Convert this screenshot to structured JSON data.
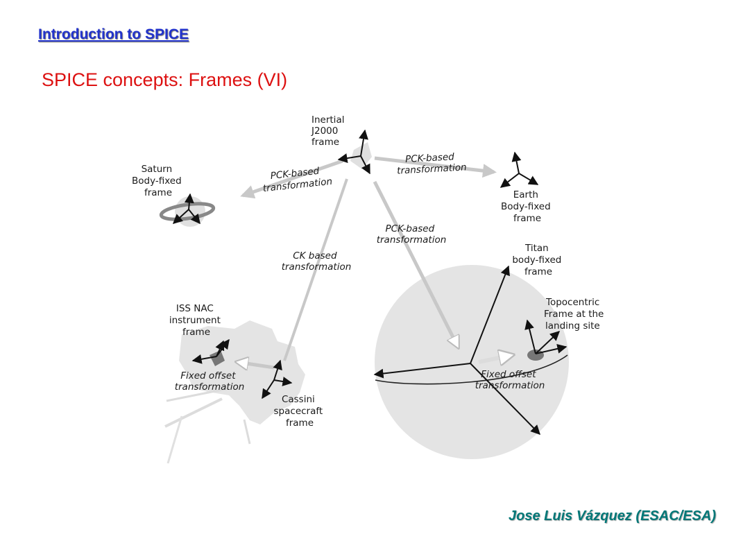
{
  "header": {
    "title": "Introduction to SPICE"
  },
  "slide": {
    "title": "SPICE concepts: Frames (VI)"
  },
  "footer": {
    "author": "Jose Luis Vázquez (ESAC/ESA)"
  },
  "colors": {
    "header": "#2233cc",
    "title": "#dd1111",
    "footer": "#007777",
    "body_fill": "#e2e2e2",
    "arrow_gray": "#c8c8c8"
  },
  "diagram": {
    "inertial": [
      "Inertial",
      "J2000",
      "frame"
    ],
    "saturn": [
      "Saturn",
      "Body-fixed",
      "frame"
    ],
    "earth": [
      "Earth",
      "Body-fixed",
      "frame"
    ],
    "titan": [
      "Titan",
      "body-fixed",
      "frame"
    ],
    "topocentric": [
      "Topocentric",
      "Frame at the",
      "landing site"
    ],
    "iss_nac": [
      "ISS NAC",
      "instrument",
      "frame"
    ],
    "cassini": [
      "Cassini",
      "spacecraft",
      "frame"
    ],
    "pck_saturn": [
      "PCK-based",
      "transformation"
    ],
    "pck_earth": [
      "PCK-based",
      "transformation"
    ],
    "pck_titan": [
      "PCK-based",
      "transformation"
    ],
    "ck": [
      "CK based",
      "transformation"
    ],
    "fixed_offset_sc": [
      "Fixed offset",
      "transformation"
    ],
    "fixed_offset_titan": [
      "Fixed offset",
      "transformation"
    ]
  }
}
